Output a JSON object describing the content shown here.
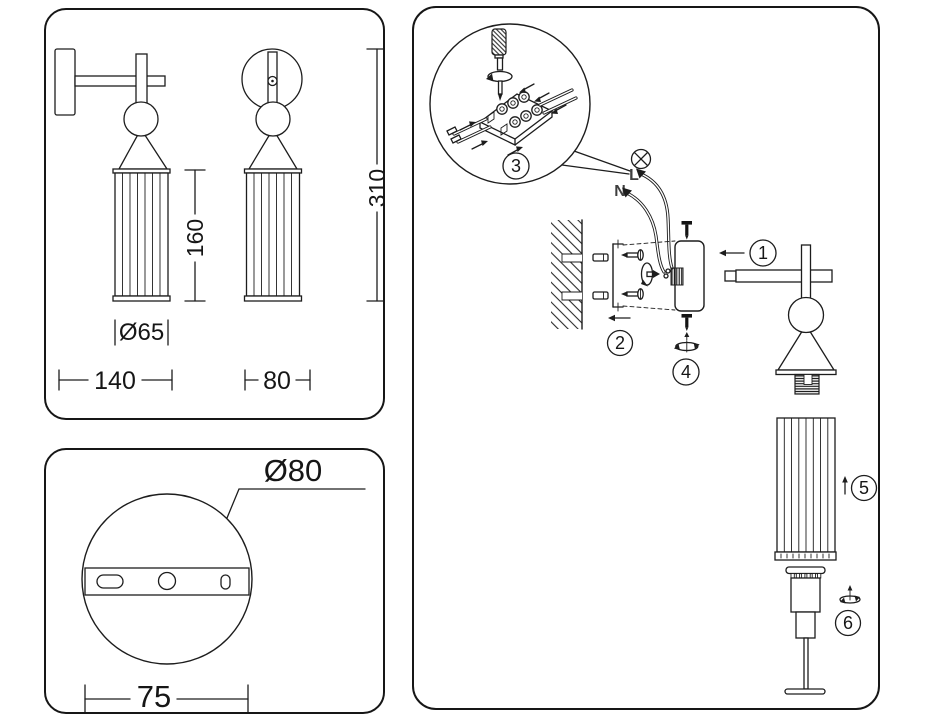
{
  "colors": {
    "background": "#ffffff",
    "line": "#1d1d1d",
    "panel_border": "#161616",
    "wire_label": "#3f3f3f"
  },
  "dimensions_panel": {
    "shade_height": "160",
    "total_height": "310",
    "shade_diameter": "Ø65",
    "front_width": "140",
    "side_depth": "80"
  },
  "base_panel": {
    "plate_diameter": "Ø80",
    "hole_spacing": "75"
  },
  "install_panel": {
    "wire_live": "L",
    "wire_neutral": "N",
    "steps": [
      "1",
      "2",
      "3",
      "4",
      "5",
      "6"
    ]
  }
}
